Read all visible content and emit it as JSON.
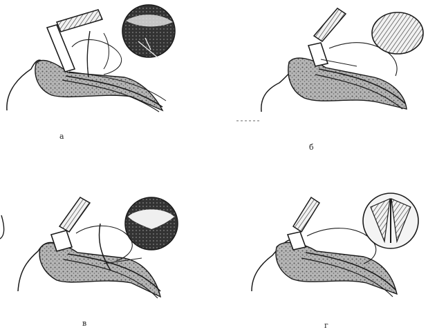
{
  "panels": [
    {
      "id": "a",
      "caption": "а"
    },
    {
      "id": "b",
      "caption": "б"
    },
    {
      "id": "c",
      "caption": "в"
    },
    {
      "id": "d",
      "caption": "г"
    }
  ],
  "colors": {
    "ink": "#1a1a1a",
    "shade": "#8a8a8a",
    "paper": "#ffffff"
  }
}
